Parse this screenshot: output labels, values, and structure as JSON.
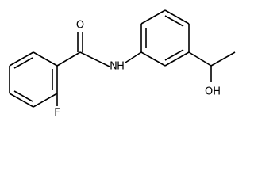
{
  "molecule": {
    "atom_labels": {
      "oxygen_carbonyl": "O",
      "nitrogen_amide": "N",
      "hydrogen_amide": "H",
      "fluorine": "F",
      "hydroxyl": "OH"
    }
  }
}
